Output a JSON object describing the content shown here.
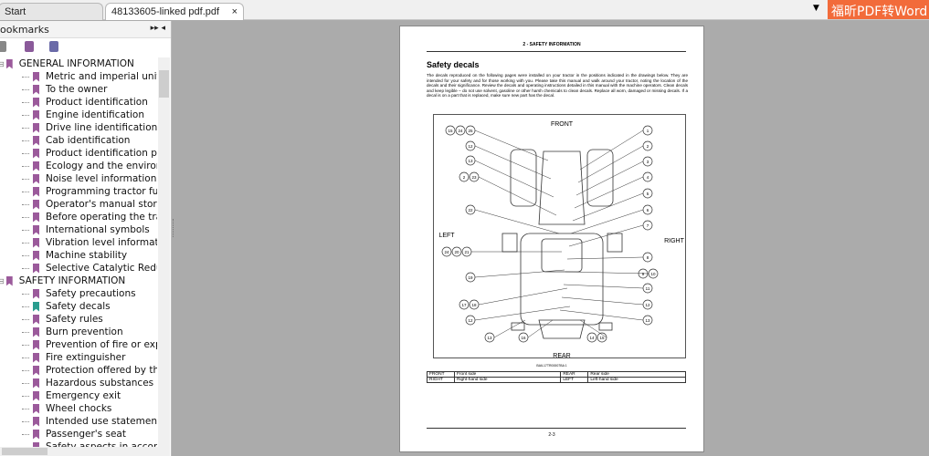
{
  "tabs": [
    {
      "label": "Start"
    },
    {
      "label": "48133605-linked pdf.pdf",
      "close": "×"
    }
  ],
  "dropdown_icon": "▼",
  "brand": "福昕PDF转Word",
  "sidebar": {
    "title": "ookmarks",
    "controls": "▸▸ ◂",
    "tree": [
      {
        "label": "GENERAL INFORMATION",
        "level": 0,
        "expanded": true
      },
      {
        "label": "Metric and imperial units abbrev",
        "level": 1
      },
      {
        "label": "To the owner",
        "level": 1
      },
      {
        "label": "Product identification",
        "level": 1
      },
      {
        "label": "Engine identification",
        "level": 1
      },
      {
        "label": "Drive line identification",
        "level": 1
      },
      {
        "label": "Cab identification",
        "level": 1
      },
      {
        "label": "Product identification plate",
        "level": 1
      },
      {
        "label": "Ecology and the environment",
        "level": 1
      },
      {
        "label": "Noise level information sheet",
        "level": 1
      },
      {
        "label": "Programming tractor functions",
        "level": 1
      },
      {
        "label": "Operator's manual storage",
        "level": 1
      },
      {
        "label": "Before operating the tractor",
        "level": 1
      },
      {
        "label": "International symbols",
        "level": 1
      },
      {
        "label": "Vibration level information sheet",
        "level": 1
      },
      {
        "label": "Machine stability",
        "level": 1
      },
      {
        "label": "Selective Catalytic Reduction (S",
        "level": 1
      },
      {
        "label": "SAFETY INFORMATION",
        "level": 0,
        "expanded": true
      },
      {
        "label": "Safety precautions",
        "level": 1
      },
      {
        "label": "Safety decals",
        "level": 1,
        "selected": true
      },
      {
        "label": "Safety rules",
        "level": 1
      },
      {
        "label": "Burn prevention",
        "level": 1
      },
      {
        "label": "Prevention of fire or explosions",
        "level": 1
      },
      {
        "label": "Fire extinguisher",
        "level": 1
      },
      {
        "label": "Protection offered by the tracto",
        "level": 1
      },
      {
        "label": "Hazardous substances",
        "level": 1
      },
      {
        "label": "Emergency exit",
        "level": 1
      },
      {
        "label": "Wheel chocks",
        "level": 1
      },
      {
        "label": "Intended use statement",
        "level": 1
      },
      {
        "label": "Passenger's seat",
        "level": 1
      },
      {
        "label": "Safety aspects in accordance w",
        "level": 1
      }
    ]
  },
  "colors": {
    "bookmark": "#9b5a9b",
    "bookmark_selected": "#2a9d8f",
    "brand": "#f26b3a",
    "workspace": "#ababab"
  },
  "page": {
    "header": "2 - SAFETY INFORMATION",
    "title": "Safety decals",
    "body": "The decals reproduced on the following pages were installed on your tractor in the positions indicated in the drawings below. They are intended for your safety and for those working with you. Please take this manual and walk around your tractor, noting the location of the decals and their significance. Review the decals and operating instructions detailed in this manual with the machine operators. Clean decals and keep legible – do not use solvent, gasoline or other harsh chemicals to clean decals. Replace all worn, damaged or missing decals. If a decal is on a part that is replaced, make sure new part has the decal.",
    "figure": {
      "front": "FRONT",
      "rear": "REAR",
      "left": "LEFT",
      "right": "RIGHT",
      "caption": "BAIL17TR00007BA    1",
      "callouts_left": [
        [
          "15",
          "24",
          "25"
        ],
        [
          "12"
        ],
        [
          "13"
        ],
        [
          "2",
          "23"
        ],
        [
          "22"
        ],
        [
          "24",
          "20",
          "21"
        ],
        [
          "19"
        ],
        [
          "17",
          "18"
        ],
        [
          "12"
        ]
      ],
      "callouts_bottom": [
        [
          "13"
        ],
        [
          "16"
        ],
        [
          "14",
          "15"
        ]
      ],
      "callouts_right": [
        [
          "1"
        ],
        [
          "2"
        ],
        [
          "3"
        ],
        [
          "4"
        ],
        [
          "5"
        ],
        [
          "6"
        ],
        [
          "7"
        ],
        [
          "8"
        ],
        [
          "9",
          "10"
        ],
        [
          "11"
        ],
        [
          "12"
        ],
        [
          "13"
        ]
      ]
    },
    "legend": [
      [
        "FRONT",
        "Front side",
        "REAR",
        "Rear side"
      ],
      [
        "RIGHT",
        "Right-hand side",
        "LEFT",
        "Left-hand side"
      ]
    ],
    "page_number": "2-3"
  }
}
